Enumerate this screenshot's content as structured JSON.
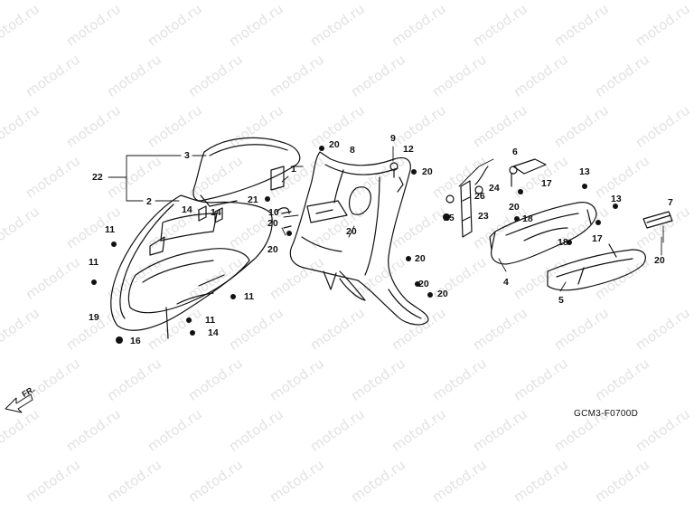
{
  "watermark_text": "motod.ru",
  "diagram_code": "GCM3-F0700D",
  "front_indicator": "FR.",
  "callouts": [
    {
      "id": "c1",
      "text": "1"
    },
    {
      "id": "c2",
      "text": "2"
    },
    {
      "id": "c3",
      "text": "3"
    },
    {
      "id": "c4",
      "text": "4"
    },
    {
      "id": "c5",
      "text": "5"
    },
    {
      "id": "c6",
      "text": "6"
    },
    {
      "id": "c7",
      "text": "7"
    },
    {
      "id": "c8",
      "text": "8"
    },
    {
      "id": "c9",
      "text": "9"
    },
    {
      "id": "c10",
      "text": "10"
    },
    {
      "id": "c11a",
      "text": "11"
    },
    {
      "id": "c11b",
      "text": "11"
    },
    {
      "id": "c11c",
      "text": "11"
    },
    {
      "id": "c11d",
      "text": "11"
    },
    {
      "id": "c12",
      "text": "12"
    },
    {
      "id": "c13a",
      "text": "13"
    },
    {
      "id": "c13b",
      "text": "13"
    },
    {
      "id": "c14a",
      "text": "14"
    },
    {
      "id": "c14b",
      "text": "14"
    },
    {
      "id": "c14c",
      "text": "14"
    },
    {
      "id": "c16",
      "text": "16"
    },
    {
      "id": "c17a",
      "text": "17"
    },
    {
      "id": "c17b",
      "text": "17"
    },
    {
      "id": "c18a",
      "text": "18"
    },
    {
      "id": "c18b",
      "text": "18"
    },
    {
      "id": "c19",
      "text": "19"
    },
    {
      "id": "c20a",
      "text": "20"
    },
    {
      "id": "c20b",
      "text": "20"
    },
    {
      "id": "c20c",
      "text": "20"
    },
    {
      "id": "c20d",
      "text": "20"
    },
    {
      "id": "c20e",
      "text": "20"
    },
    {
      "id": "c20f",
      "text": "20"
    },
    {
      "id": "c20g",
      "text": "20"
    },
    {
      "id": "c20h",
      "text": "20"
    },
    {
      "id": "c20i",
      "text": "20"
    },
    {
      "id": "c20j",
      "text": "20"
    },
    {
      "id": "c21",
      "text": "21"
    },
    {
      "id": "c22",
      "text": "22"
    },
    {
      "id": "c23",
      "text": "23"
    },
    {
      "id": "c24",
      "text": "24"
    },
    {
      "id": "c25",
      "text": "25"
    },
    {
      "id": "c26",
      "text": "26"
    }
  ]
}
